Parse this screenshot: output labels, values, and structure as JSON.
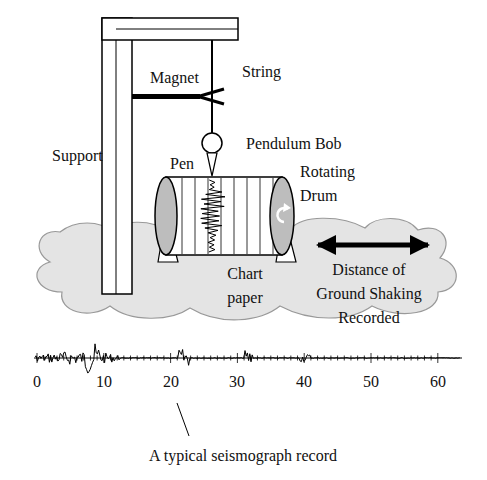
{
  "diagram": {
    "caption": "A typical seismograph record",
    "labels": [
      "Magnet",
      "String",
      "Support",
      "Pendulum Bob",
      "Pen",
      "Rotating Drum",
      "Chart paper",
      "Distance of Ground Shaking Recorded",
      "0",
      "10",
      "20",
      "30",
      "40",
      "50",
      "60"
    ]
  }
}
